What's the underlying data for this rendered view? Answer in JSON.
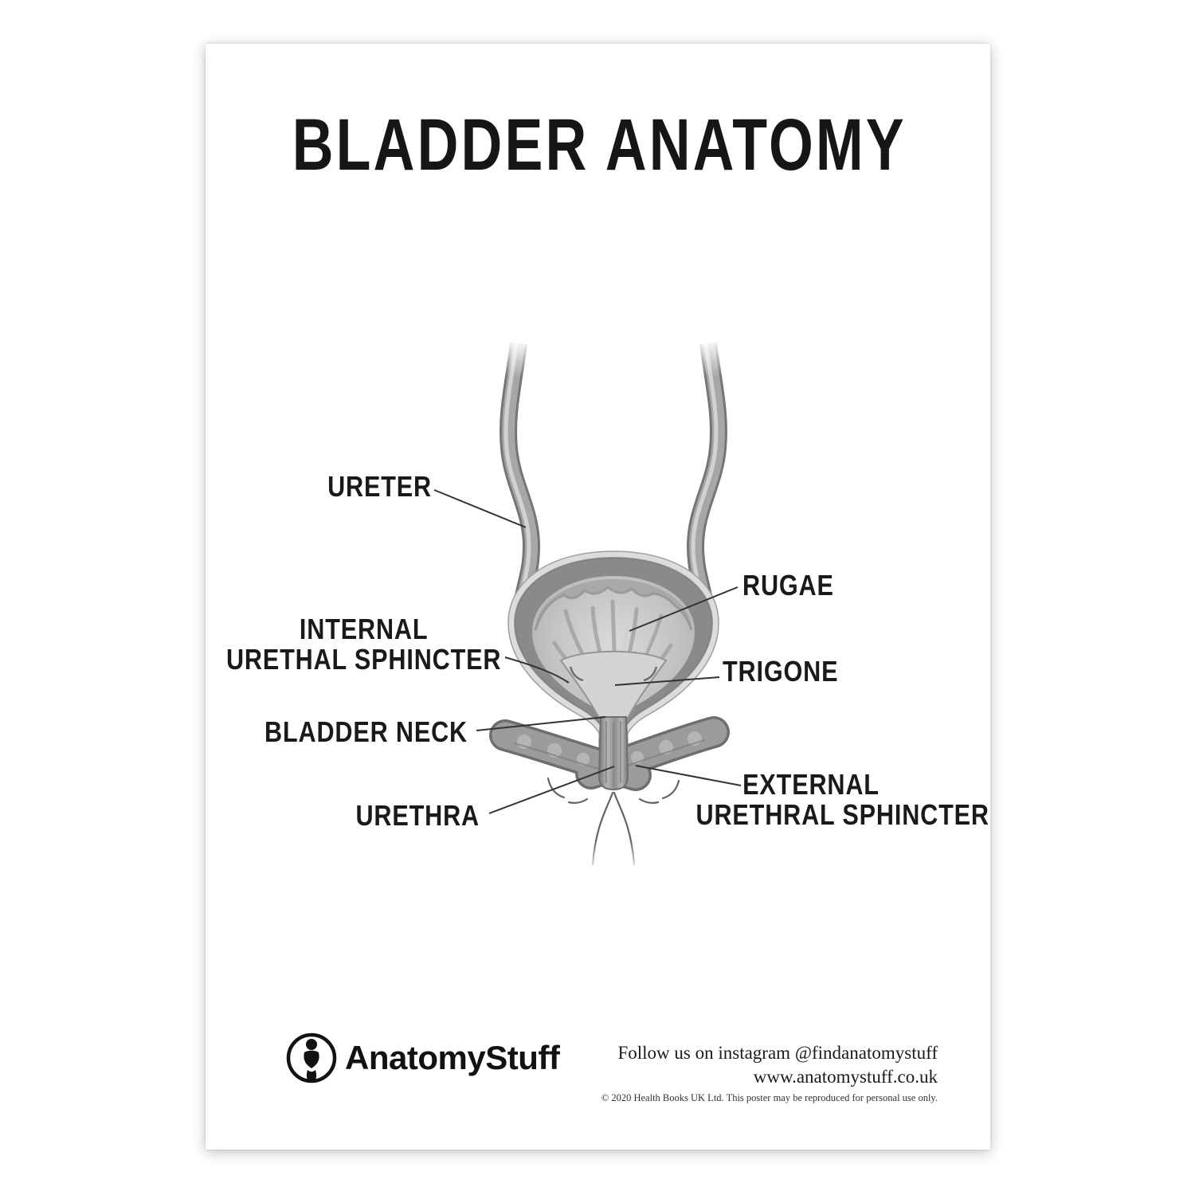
{
  "poster": {
    "title": "BLADDER ANATOMY",
    "labels": {
      "ureter": "URETER",
      "rugae": "RUGAE",
      "internal_line1": "INTERNAL",
      "internal_line2": "URETHAL SPHINCTER",
      "trigone": "TRIGONE",
      "bladder_neck": "BLADDER NECK",
      "urethra": "URETHRA",
      "external_line1": "EXTERNAL",
      "external_line2": "URETHRAL SPHINCTER"
    },
    "footer": {
      "brand": "AnatomyStuff",
      "instagram": "Follow us on instagram @findanatomystuff",
      "website": "www.anatomystuff.co.uk",
      "copyright": "© 2020 Health Books UK Ltd. This poster may be reproduced for personal use only."
    },
    "colors": {
      "ink": "#1a1a1a",
      "bladder_wall": "#8a8a8a",
      "mucosa": "#c2c2c2",
      "tube_gray": "#a7a7a7",
      "leader_line": "#333333"
    }
  }
}
